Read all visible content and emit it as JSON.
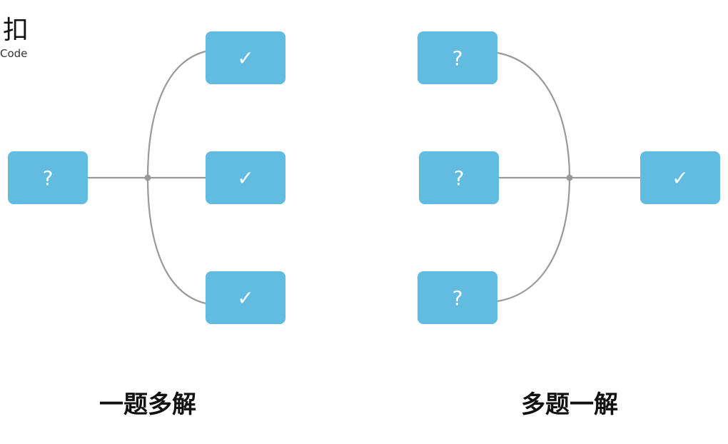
{
  "logo": {
    "glyph": "扣",
    "text": "Code"
  },
  "left": {
    "caption": "一题多解",
    "source": "?",
    "targets": [
      "✓",
      "✓",
      "✓"
    ]
  },
  "right": {
    "caption": "多题一解",
    "sources": [
      "?",
      "?",
      "?"
    ],
    "target": "✓"
  },
  "colors": {
    "box": "#62bbe1",
    "link": "#999999",
    "mark": "#ffffff",
    "caption": "#111111"
  }
}
